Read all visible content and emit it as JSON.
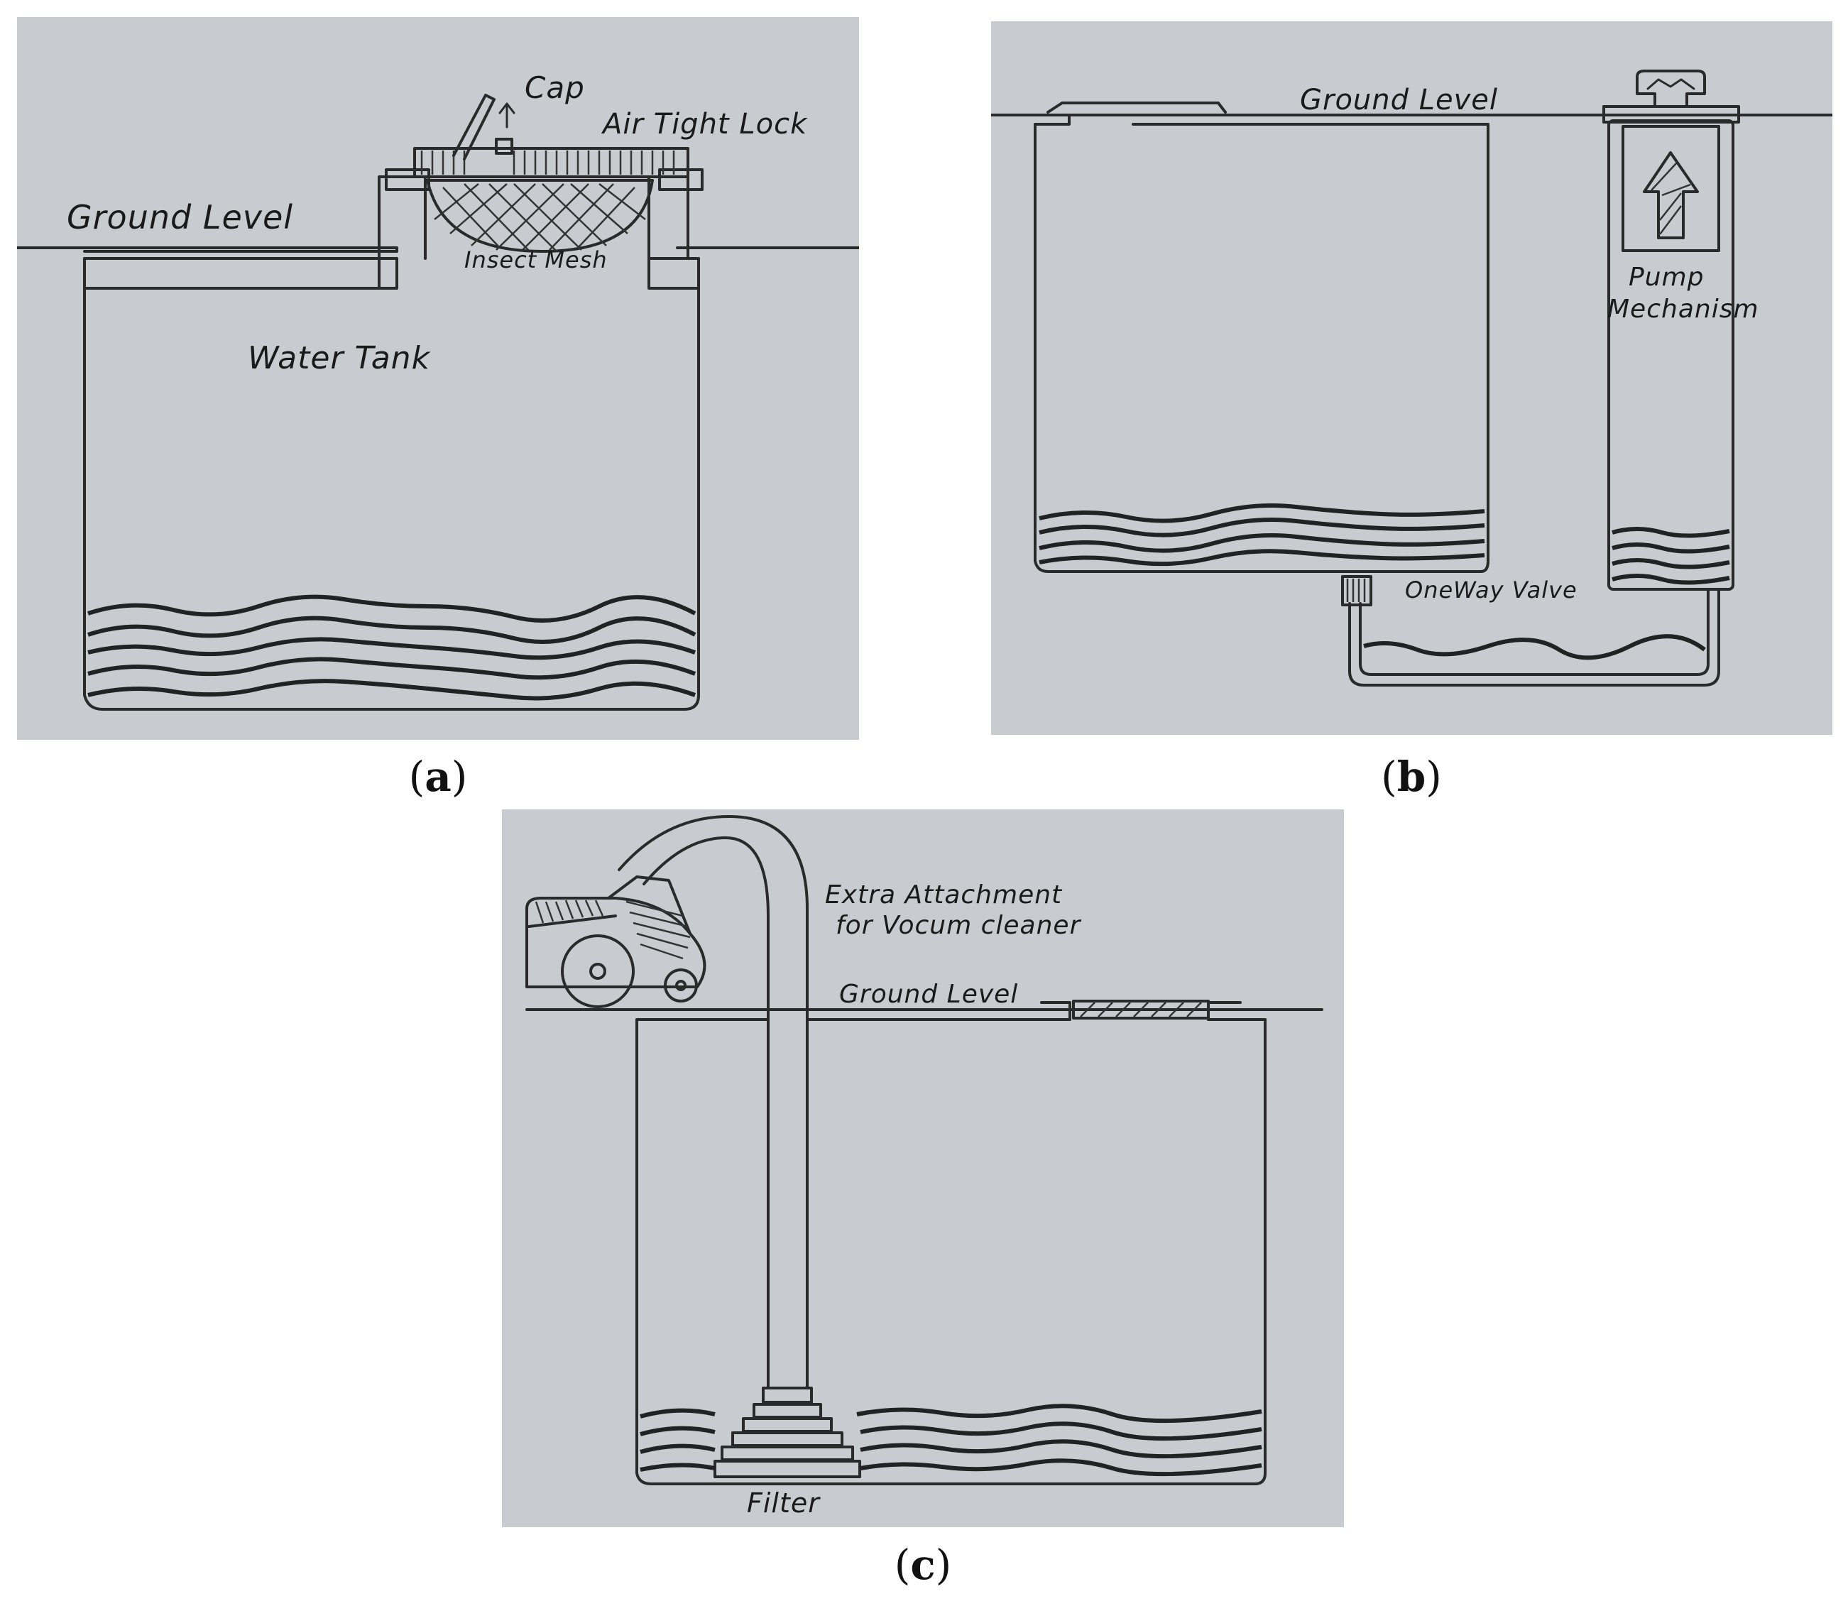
{
  "panels": {
    "a": {
      "caption_open": "(",
      "caption_letter": "a",
      "caption_close": ")",
      "labels": {
        "cap": "Cap",
        "air_tight_lock": "Air Tight Lock",
        "ground_level": "Ground Level",
        "insect_mesh": "Insect Mesh",
        "water_tank": "Water Tank"
      }
    },
    "b": {
      "caption_open": "(",
      "caption_letter": "b",
      "caption_close": ")",
      "labels": {
        "ground_level": "Ground Level",
        "pump_mechanism_1": "Pump",
        "pump_mechanism_2": "Mechanism",
        "one_way_valve": "OneWay Valve"
      }
    },
    "c": {
      "caption_open": "(",
      "caption_letter": "c",
      "caption_close": ")",
      "labels": {
        "extra_attachment_1": "Extra Attachment",
        "extra_attachment_2": "for Vocum cleaner",
        "ground_level": "Ground Level",
        "filter": "Filter"
      }
    }
  },
  "colors": {
    "paper": "#c8ccd0",
    "pencil": "#2a2a2a"
  }
}
